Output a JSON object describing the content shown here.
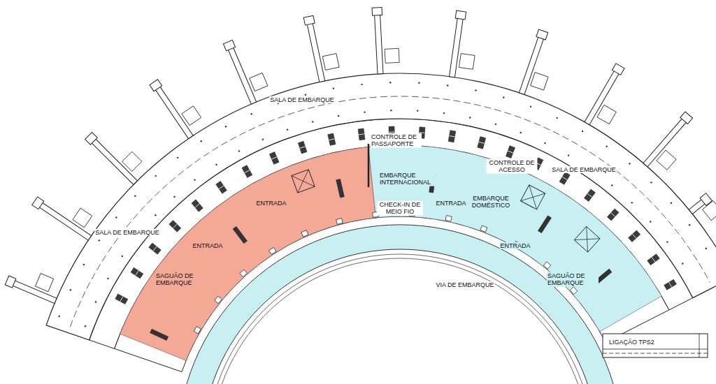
{
  "diagram": {
    "labels": [
      "SALA DE EMBARQUE",
      "CONTROLE DE PASSAPORTE",
      "CONTROLE DE ACESSO",
      "SALA DE EMBARQUE",
      "EMBARQUE INTERNACIONAL",
      "ENTRADA",
      "ENTRADA",
      "CHECK-IN DE MEIO FIO",
      "EMBARQUE DOMÉSTICO",
      "SALA DE EMBARQUE",
      "ENTRADA",
      "ENTRADA",
      "SAGUÃO DE EMBARQUE",
      "VIA DE EMBARQUE",
      "SAGUÃO DE EMBARQUE",
      "LIGAÇÃO TPS2"
    ]
  }
}
